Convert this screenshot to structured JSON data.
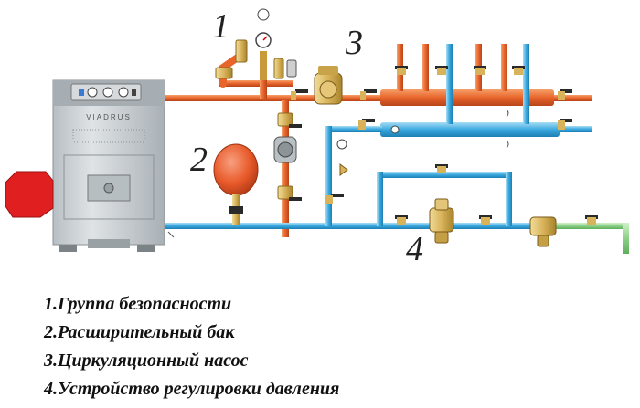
{
  "boiler": {
    "brand": "VIADRUS"
  },
  "labels": [
    "1",
    "2",
    "3",
    "4"
  ],
  "legend": [
    "1.Группа безопасности",
    "2.Расширительный бак",
    "3.Циркуляционный насос",
    "4.Устройство регулировки давления"
  ],
  "colors": {
    "supply": "#e8642a",
    "return": "#39a8de",
    "green": "#8ed08a",
    "boiler": "#c9cfd3",
    "burner": "#e02020",
    "tank": "#e85a2a",
    "brass": "#d8b35a",
    "valve": "#2a2a2a"
  }
}
